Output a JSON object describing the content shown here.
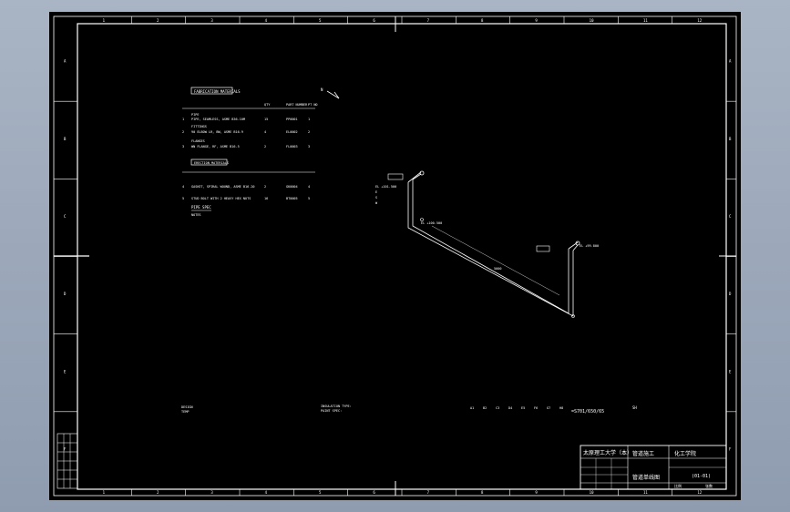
{
  "frame": {
    "columns": [
      "1",
      "2",
      "3",
      "4",
      "5",
      "6",
      "7",
      "8",
      "9",
      "10",
      "11",
      "12"
    ],
    "rows": [
      "A",
      "B",
      "C",
      "D",
      "E",
      "F"
    ]
  },
  "table": {
    "title": "FABRICATION MATERIALS",
    "headers": [
      "QTY",
      "PART NUMBER",
      "PT NO"
    ],
    "sections": [
      {
        "name": "PIPE",
        "items": [
          {
            "no": "1",
            "desc": "PIPE, SEAMLESS, ASME B36.10M",
            "qty": "15",
            "part": "PP0001",
            "pt": "1"
          }
        ]
      },
      {
        "name": "FITTINGS",
        "items": [
          {
            "no": "2",
            "desc": "90 ELBOW LR, BW, ASME B16.9",
            "qty": "4",
            "part": "EL0002",
            "pt": "2"
          }
        ]
      },
      {
        "name": "FLANGES",
        "items": [
          {
            "no": "3",
            "desc": "WN FLANGE, RF, ASME B16.5",
            "qty": "2",
            "part": "FL0003",
            "pt": "3"
          }
        ]
      }
    ],
    "erection_title": "ERECTION MATERIALS",
    "erection_items": [
      {
        "no": "4",
        "desc": "GASKET, SPIRAL WOUND, ASME B16.20",
        "qty": "2",
        "part": "GK0004",
        "pt": "4"
      },
      {
        "no": "5",
        "desc": "STUD BOLT WITH 2 HEAVY HEX NUTS",
        "qty": "16",
        "part": "BT0005",
        "pt": "5"
      }
    ],
    "footnote": "PIPE SPEC",
    "footnote2": "NOTES"
  },
  "drawing_labels": [
    "N",
    "E",
    "S",
    "W",
    "EL +101.500",
    "EL +100.500",
    "EL +99.800",
    "5000"
  ],
  "bottom_notes": {
    "left": [
      "DESIGN",
      "TEMP"
    ],
    "center": [
      "INSULATION TYPE:",
      "PAINT SPEC:"
    ],
    "codes": [
      "A1",
      "B2",
      "C3",
      "D4",
      "E5",
      "F6",
      "G7",
      "H8"
    ],
    "ref": "=S701/650/65",
    "sheet_note": "SH"
  },
  "title_block": {
    "university": "太原理工大学（本）",
    "project": "管道施工",
    "drawing_title": "管道单线图",
    "drawing_no": "(01-01)",
    "dept": "化工学院",
    "scale_label": "比例",
    "sheet_label": "张数"
  }
}
